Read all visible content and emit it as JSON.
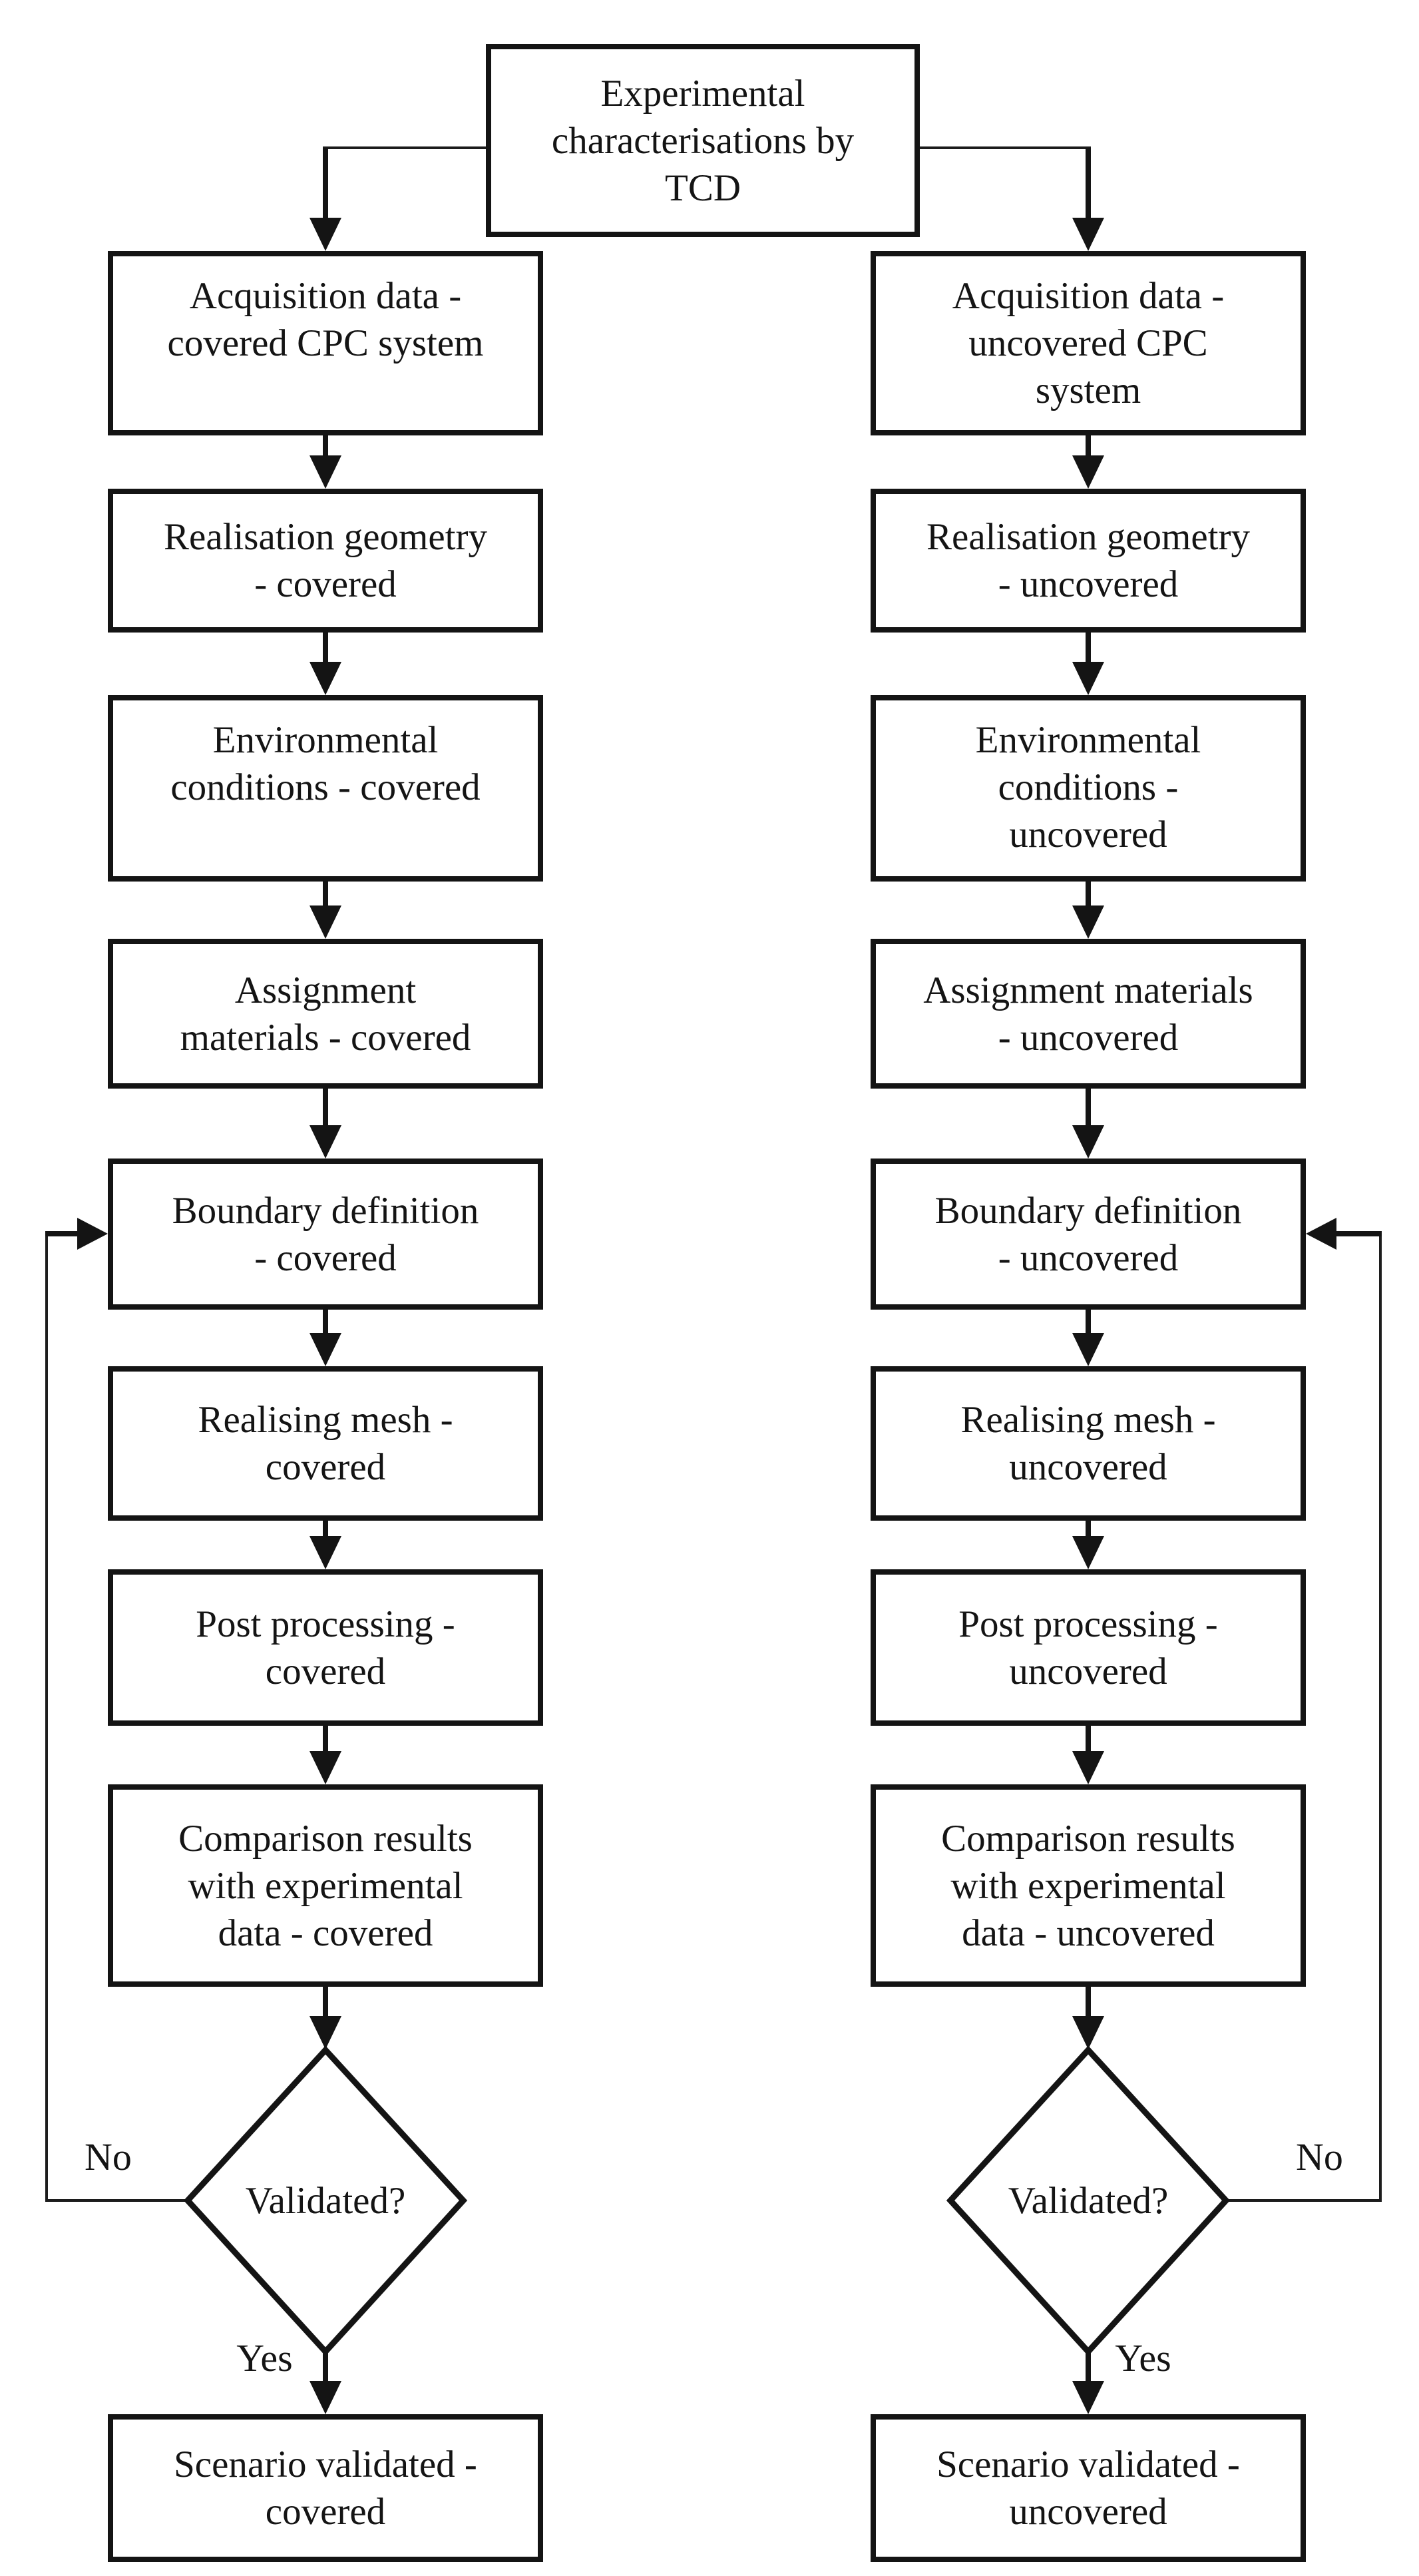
{
  "colors": {
    "ink": "#141414",
    "paper": "#ffffff"
  },
  "diagram": {
    "root": {
      "lines": [
        "Experimental",
        "characterisations by",
        "TCD"
      ]
    },
    "covered": {
      "steps": [
        {
          "lines": [
            "Acquisition data -",
            "covered CPC system"
          ]
        },
        {
          "lines": [
            "Realisation geometry",
            "- covered"
          ]
        },
        {
          "lines": [
            "Environmental",
            "conditions - covered"
          ]
        },
        {
          "lines": [
            "Assignment",
            "materials - covered"
          ]
        },
        {
          "lines": [
            "Boundary definition",
            "- covered"
          ]
        },
        {
          "lines": [
            "Realising mesh -",
            "covered"
          ]
        },
        {
          "lines": [
            "Post processing -",
            "covered"
          ]
        },
        {
          "lines": [
            "Comparison results",
            "with experimental",
            "data - covered"
          ]
        }
      ],
      "decision": {
        "label": "Validated?",
        "no": "No",
        "yes": "Yes"
      },
      "result": {
        "lines": [
          "Scenario validated -",
          "covered"
        ]
      }
    },
    "uncovered": {
      "steps": [
        {
          "lines": [
            "Acquisition data -",
            "uncovered CPC",
            "system"
          ]
        },
        {
          "lines": [
            "Realisation geometry",
            "- uncovered"
          ]
        },
        {
          "lines": [
            "Environmental",
            "conditions -",
            "uncovered"
          ]
        },
        {
          "lines": [
            "Assignment materials",
            "- uncovered"
          ]
        },
        {
          "lines": [
            "Boundary definition",
            "- uncovered"
          ]
        },
        {
          "lines": [
            "Realising mesh -",
            "uncovered"
          ]
        },
        {
          "lines": [
            "Post processing -",
            "uncovered"
          ]
        },
        {
          "lines": [
            "Comparison results",
            "with experimental",
            "data - uncovered"
          ]
        }
      ],
      "decision": {
        "label": "Validated?",
        "no": "No",
        "yes": "Yes"
      },
      "result": {
        "lines": [
          "Scenario validated -",
          "uncovered"
        ]
      }
    }
  }
}
